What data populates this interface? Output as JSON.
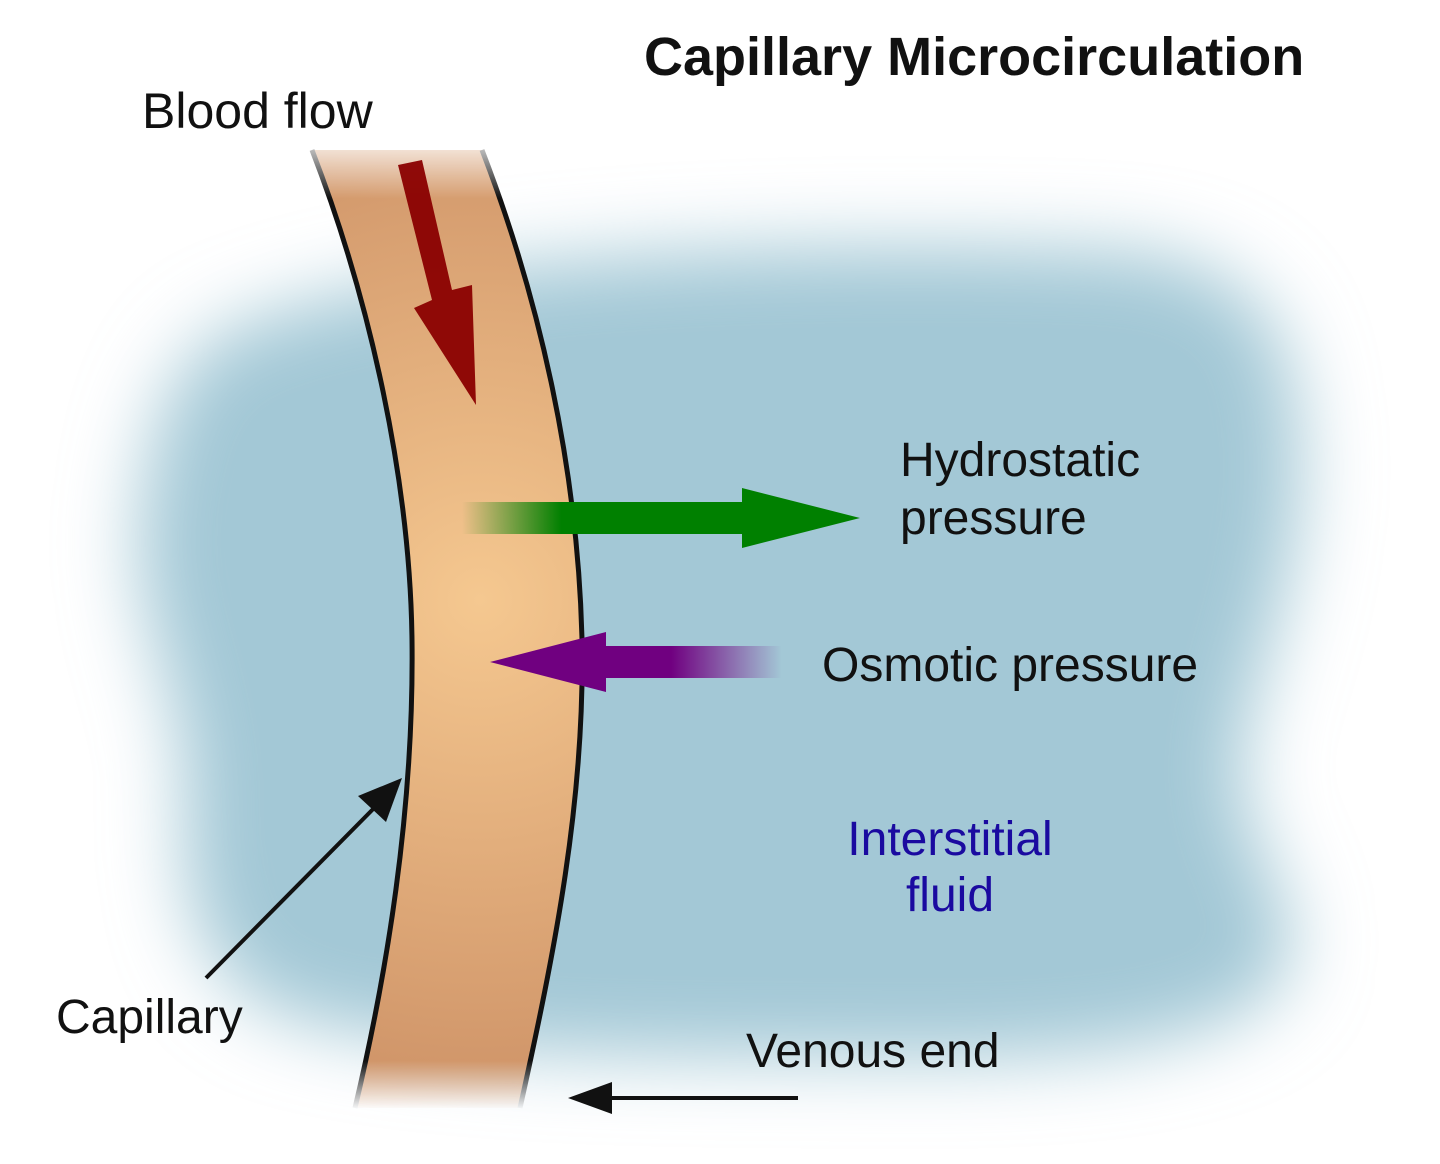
{
  "title": "Capillary Microcirculation",
  "labels": {
    "blood_flow": "Blood flow",
    "hydrostatic_line1": "Hydrostatic",
    "hydrostatic_line2": "pressure",
    "osmotic": "Osmotic pressure",
    "interstitial_line1": "Interstitial",
    "interstitial_line2": "fluid",
    "capillary": "Capillary",
    "venous_end": "Venous end"
  },
  "colors": {
    "interstitial_fluid": "#a3c8d6",
    "capillary_light": "#f5c890",
    "capillary_dark": "#cd9166",
    "capillary_wall": "#111111",
    "blood_flow_arrow": "#8a0000",
    "hydrostatic_arrow": "#008000",
    "osmotic_arrow": "#700080",
    "interstitial_text": "#1a0aa0"
  }
}
